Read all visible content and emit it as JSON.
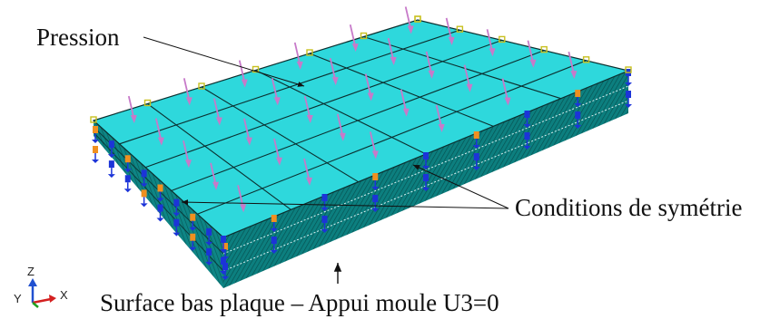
{
  "labels": {
    "pressure": "Pression",
    "symmetry": "Conditions de symétrie",
    "bottom": "Surface bas plaque – Appui moule U3=0"
  },
  "triad": {
    "z": "Z",
    "y": "Y",
    "x": "X"
  },
  "colors": {
    "top_face": "#2ed8dc",
    "side_face": "#0c7f7f",
    "mesh_line": "#0b2f2f",
    "pressure_arrow": "#c77ac9",
    "bc_symbol": "#1c34d8",
    "bc_symbol_alt": "#f09020",
    "edge_node": "#c8c020",
    "triad_x": "#d42020",
    "triad_y": "#20a020",
    "triad_z": "#2050d0"
  },
  "icons": [
    "pressure-arrow-icon",
    "symmetry-bc-icon",
    "coordinate-triad-icon",
    "up-arrow-icon"
  ]
}
